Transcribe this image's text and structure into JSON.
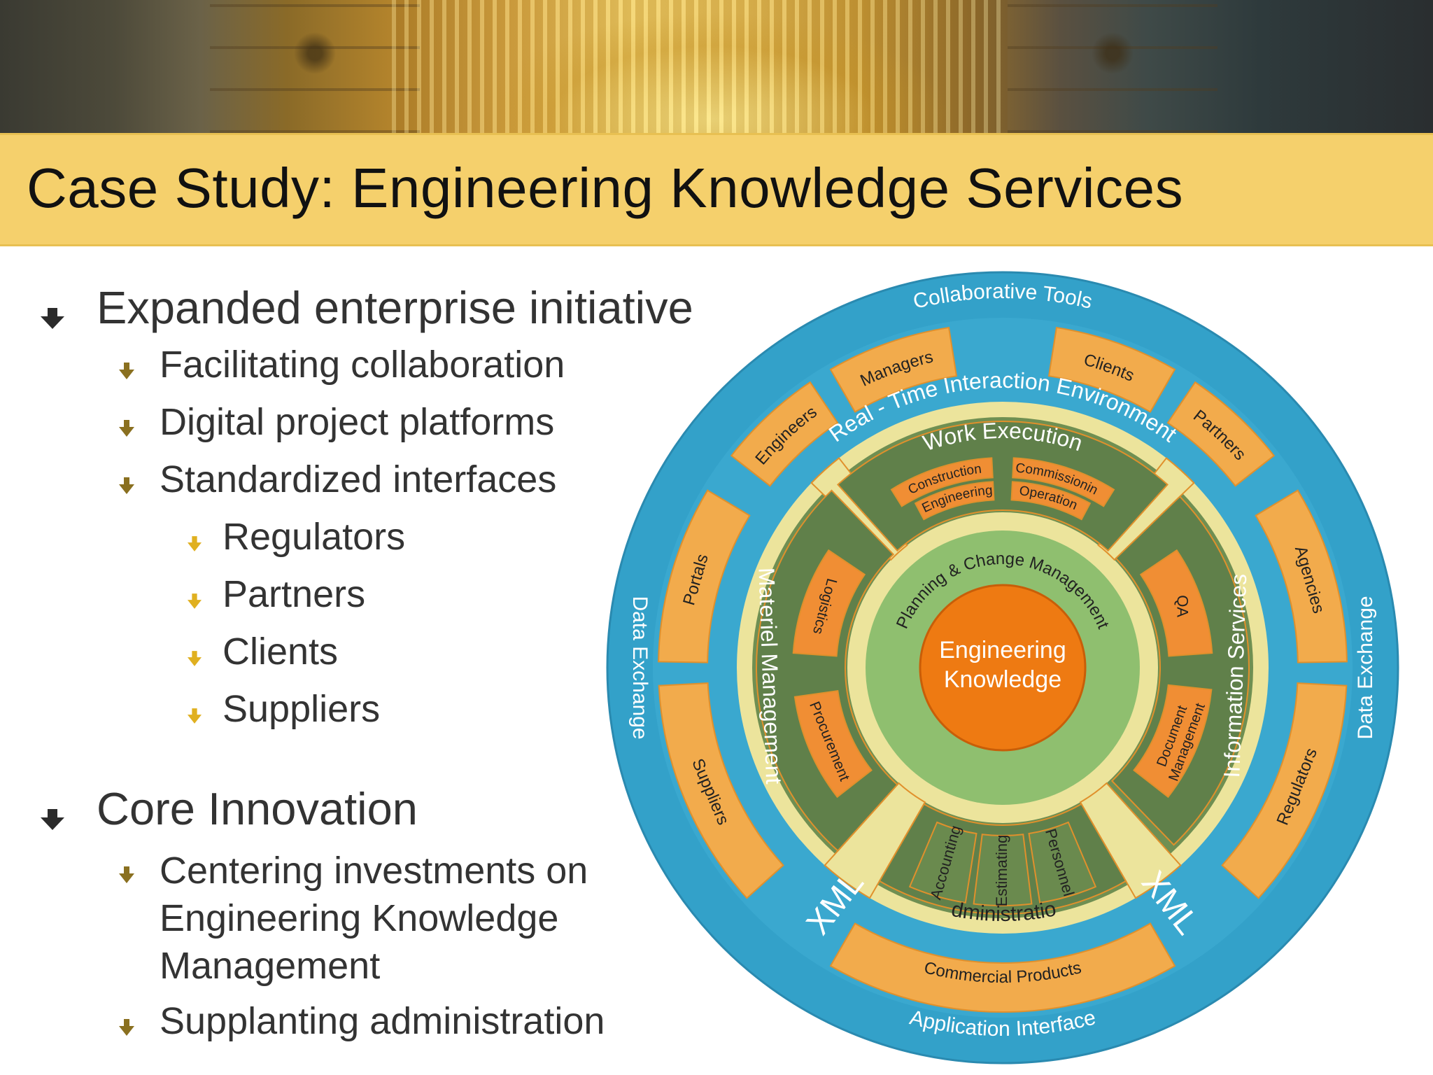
{
  "title": "Case Study: Engineering Knowledge Services",
  "bullets": {
    "expanded": "Expanded enterprise initiative",
    "facilitating": "Facilitating collaboration",
    "digital": "Digital project platforms",
    "standardized": "Standardized interfaces",
    "regulators": "Regulators",
    "partners": "Partners",
    "clients": "Clients",
    "suppliers": "Suppliers",
    "core": "Core Innovation",
    "centering_1": "Centering investments on",
    "centering_2": "Engineering Knowledge",
    "centering_3": "Management",
    "supplanting": "Supplanting administration"
  },
  "diagram": {
    "outer_top": "Collaborative Tools",
    "outer_bottom": "Application Interface",
    "outer_left": "Data Exchange",
    "outer_right": "Data Exchange",
    "xml_left": "XML",
    "xml_right": "XML",
    "ring1": {
      "engineers": "Engineers",
      "managers": "Managers",
      "clients": "Clients",
      "partners": "Partners",
      "agencies": "Agencies",
      "regulators": "Regulators",
      "commercial_products": "Commercial Products",
      "suppliers": "Suppliers",
      "portals": "Portals"
    },
    "real_time": "Real - Time  Interaction  Environment",
    "work_execution": "Work Execution",
    "work_items": {
      "construction": "Construction",
      "commissioning": "Commissioning",
      "engineering": "Engineering",
      "operation": "Operation"
    },
    "information_services": "Information Services",
    "info_items": {
      "qa": "QA",
      "doc_1": "Document",
      "doc_2": "Management"
    },
    "administration": "Administration",
    "admin_items": {
      "accounting": "Accounting",
      "estimating": "Estimating",
      "personnel": "Personnel"
    },
    "materiel_management": "Materiel Management",
    "materiel_items": {
      "logistics": "Logistics",
      "procurement": "Procurement"
    },
    "planning": "Planning & Change Management",
    "center_1": "Engineering",
    "center_2": "Knowledge"
  },
  "colors": {
    "title_band": "#f5d06c",
    "outer_ring": "#33a1c9",
    "segment_orange": "#f2ab4c",
    "green": "#6f8f52",
    "light_green": "#8fbf6f",
    "yellow": "#ece49c",
    "center": "#ee7a12"
  }
}
